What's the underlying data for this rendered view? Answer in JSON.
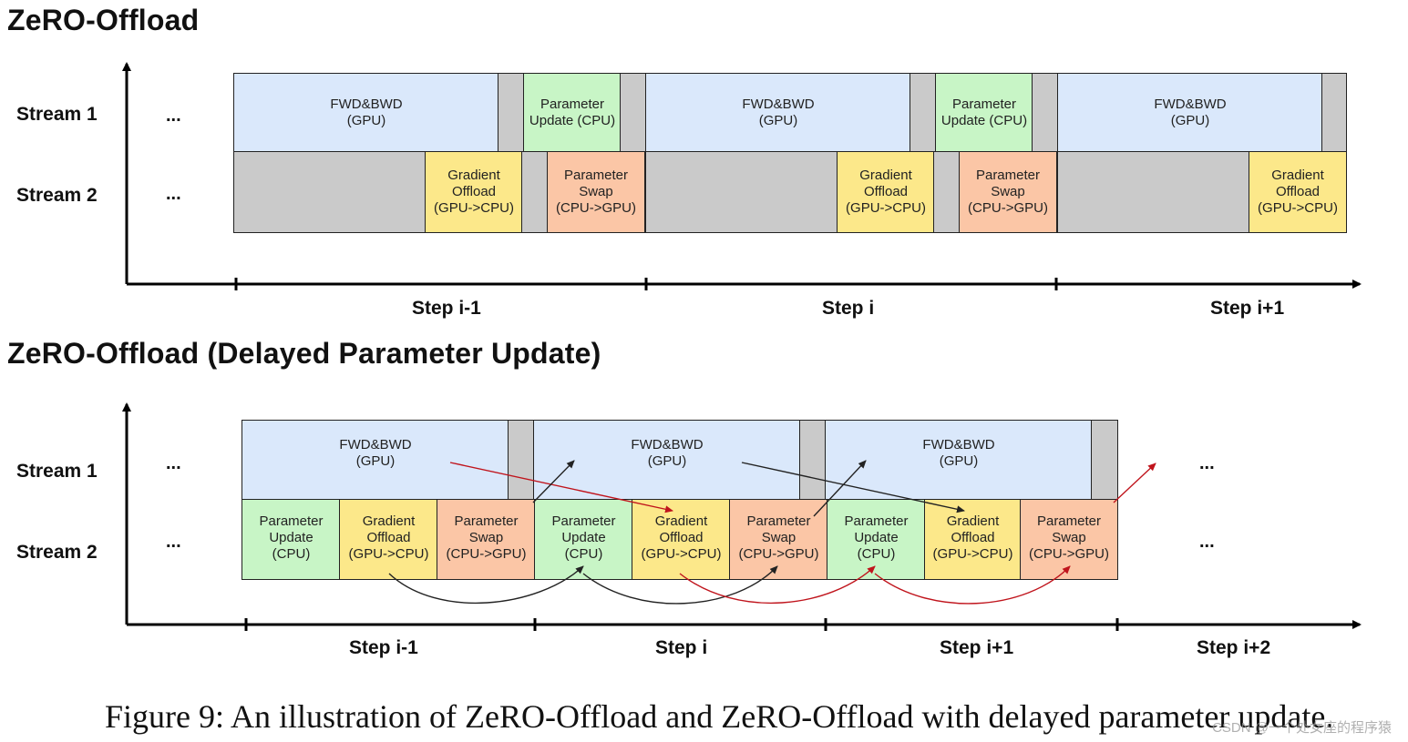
{
  "top": {
    "title": "ZeRO-Offload",
    "stream1": "Stream 1",
    "stream2": "Stream 2",
    "ellipsis": "...",
    "steps": [
      "Step i-1",
      "Step i",
      "Step i+1"
    ],
    "labels": {
      "fwd": "FWD&BWD\n(GPU)",
      "update": "Parameter\nUpdate (CPU)",
      "offload": "Gradient\nOffload\n(GPU->CPU)",
      "swap": "Parameter\nSwap\n(CPU->GPU)"
    }
  },
  "bottom": {
    "title": "ZeRO-Offload (Delayed Parameter Update)",
    "stream1": "Stream 1",
    "stream2": "Stream 2",
    "ellipsis": "...",
    "steps": [
      "Step i-1",
      "Step i",
      "Step i+1",
      "Step i+2"
    ],
    "labels": {
      "fwd": "FWD&BWD\n(GPU)",
      "update": "Parameter\nUpdate\n(CPU)",
      "offload": "Gradient\nOffload\n(GPU->CPU)",
      "swap": "Parameter\nSwap\n(CPU->GPU)"
    }
  },
  "caption": "Figure 9: An illustration of ZeRO-Offload and ZeRO-Offload with delayed parameter update.",
  "watermark": "CSDN @一个处女座的程序猿",
  "colors": {
    "fwd": "#dae8fb",
    "idle": "#cacaca",
    "update": "#c8f5c6",
    "offload": "#fce88a",
    "swap": "#fbc6a6",
    "arrow_red": "#c0141c",
    "arrow_black": "#222222"
  }
}
